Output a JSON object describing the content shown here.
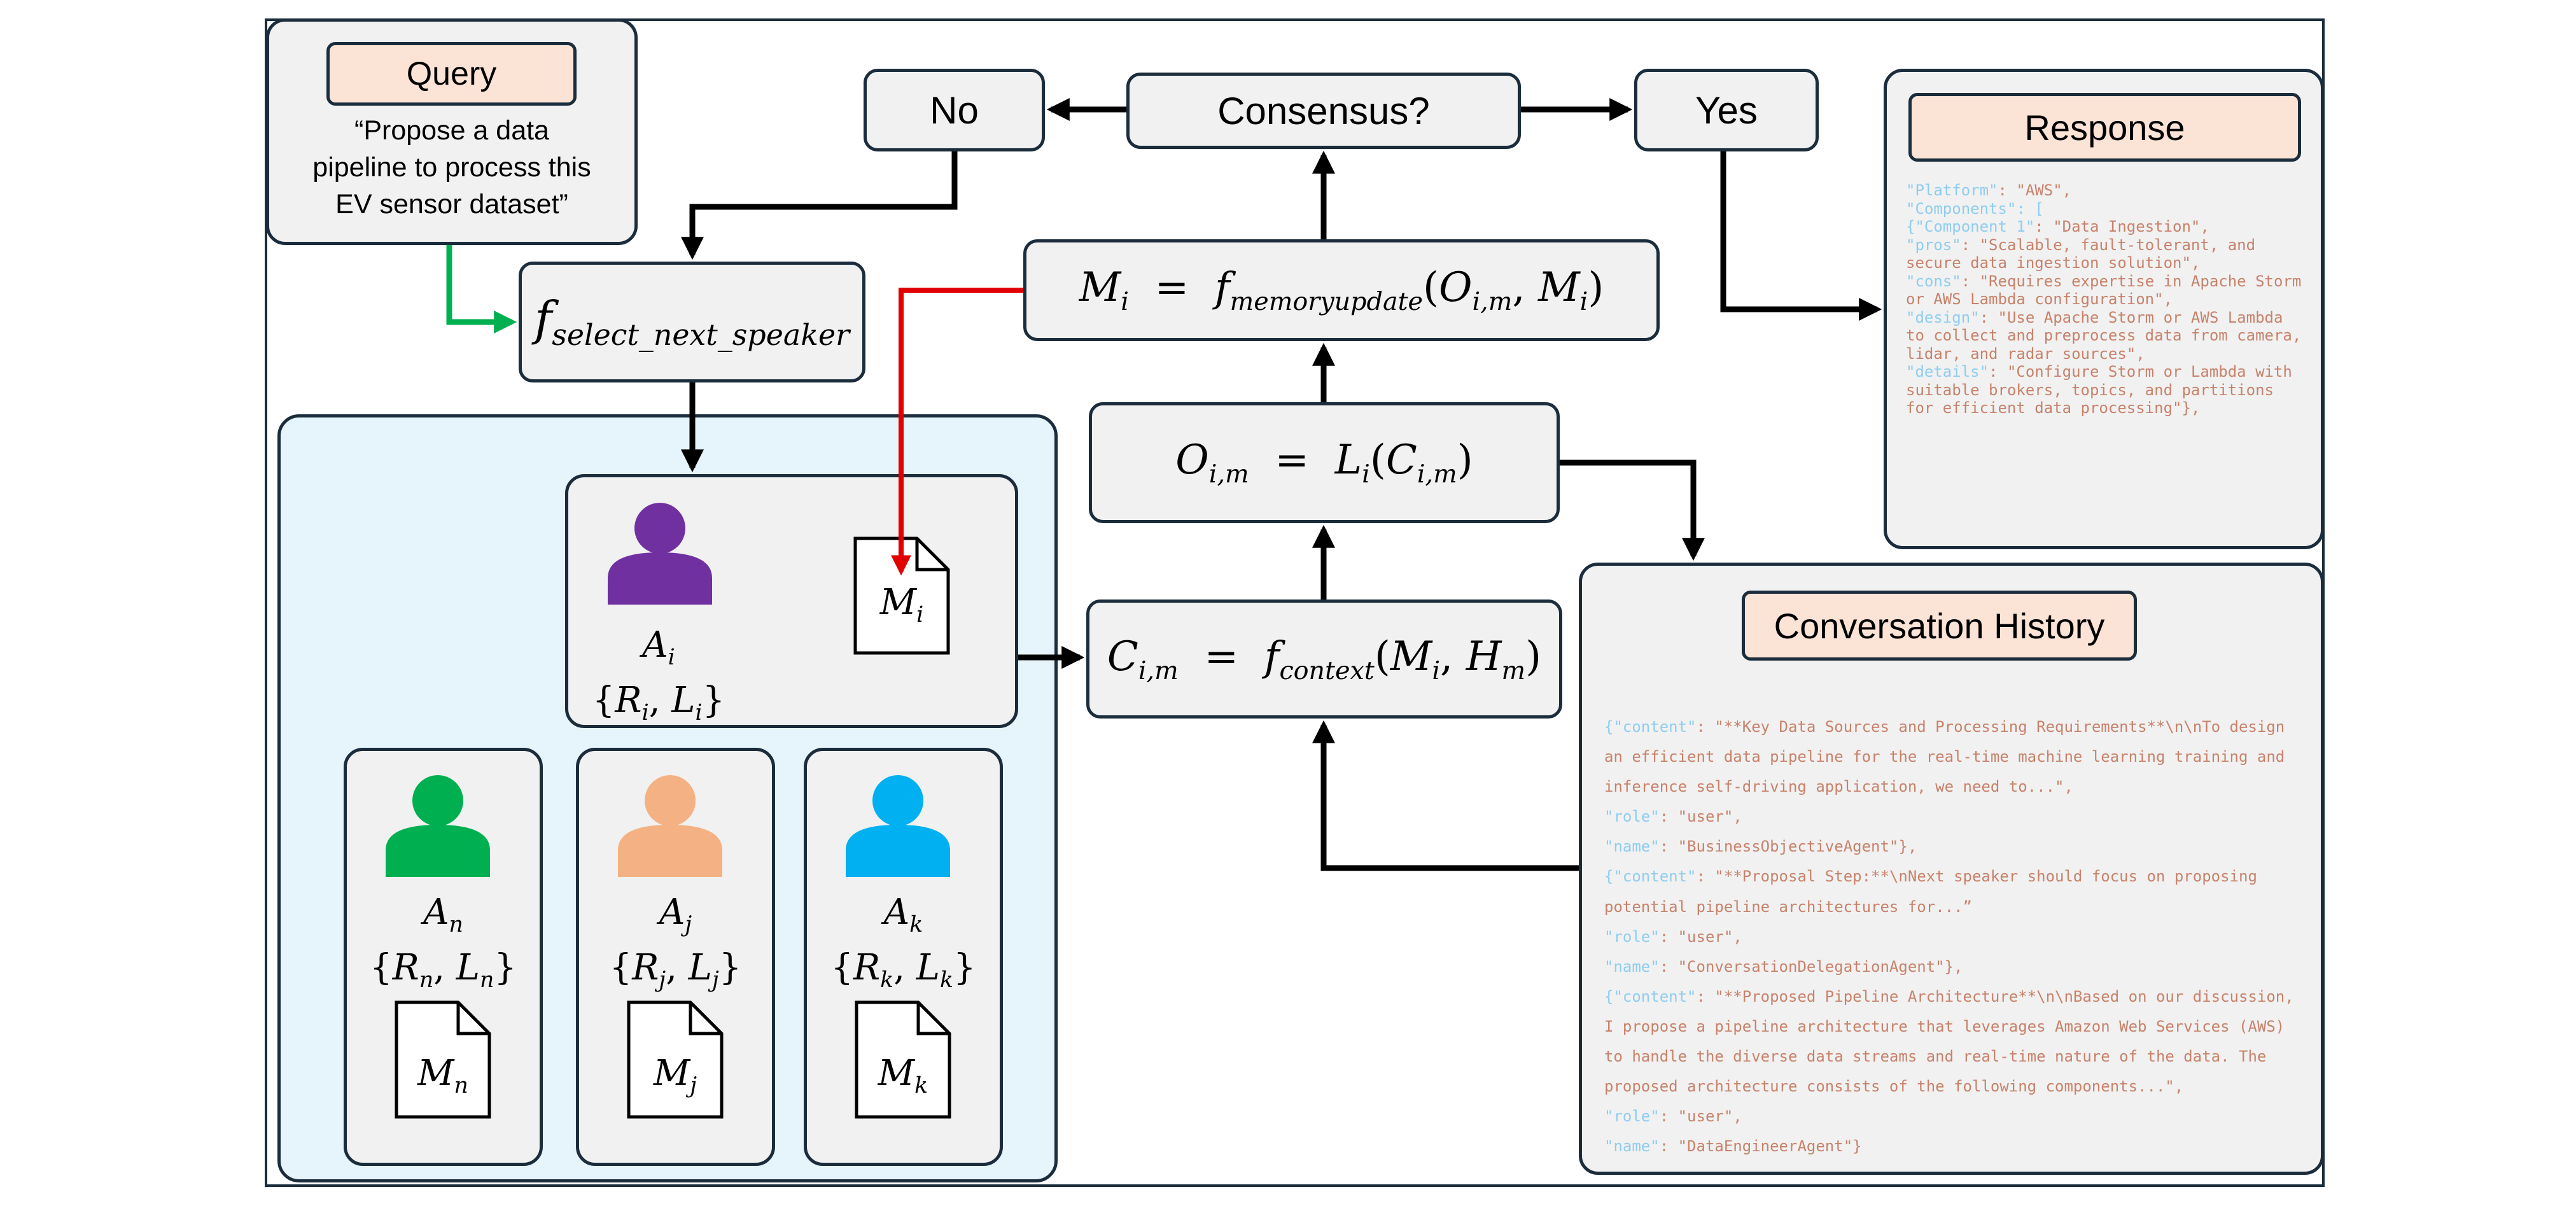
{
  "query": {
    "title": "Query",
    "text": [
      "“Propose a data",
      "pipeline to process this",
      "EV sensor dataset”"
    ]
  },
  "consensus": {
    "question": "Consensus?",
    "no": "No",
    "yes": "Yes"
  },
  "functions": {
    "select_next_speaker": "select_next_speaker",
    "memory_update": "memoryupdate",
    "context": "context"
  },
  "response": {
    "title": "Response",
    "lines": [
      [
        [
          "k",
          "\"Platform\""
        ],
        [
          "v",
          ": \"AWS\","
        ]
      ],
      [
        [
          "k",
          "\"Components\": ["
        ]
      ],
      [
        [
          "k",
          "{\"Component 1\""
        ],
        [
          "v",
          ": \"Data Ingestion\","
        ]
      ],
      [
        [
          "k",
          "\"pros\""
        ],
        [
          "v",
          ": \"Scalable, fault-tolerant, and"
        ]
      ],
      [
        [
          "v",
          "secure data ingestion solution\","
        ]
      ],
      [
        [
          "k",
          "\"cons\""
        ],
        [
          "v",
          ": \"Requires expertise in Apache Storm"
        ]
      ],
      [
        [
          "v",
          "or AWS Lambda configuration\","
        ]
      ],
      [
        [
          "k",
          "\"design\""
        ],
        [
          "v",
          ": \"Use Apache Storm or AWS Lambda"
        ]
      ],
      [
        [
          "v",
          "to collect and preprocess data from camera,"
        ]
      ],
      [
        [
          "v",
          "lidar, and radar sources\","
        ]
      ],
      [
        [
          "k",
          "\"details\""
        ],
        [
          "v",
          ": \"Configure Storm or Lambda with"
        ]
      ],
      [
        [
          "v",
          "suitable brokers, topics, and partitions"
        ]
      ],
      [
        [
          "v",
          "for efficient data processing\"},"
        ]
      ]
    ]
  },
  "history": {
    "title": "Conversation History",
    "lines": [
      [
        [
          "k",
          "{\"content\""
        ],
        [
          "v",
          ": \"**Key Data Sources and Processing Requirements**\\n\\nTo design"
        ]
      ],
      [
        [
          "v",
          "an efficient data pipeline for the real-time machine learning training and"
        ]
      ],
      [
        [
          "v",
          "inference self-driving application, we need to...\","
        ]
      ],
      [
        [
          "k",
          "\"role\""
        ],
        [
          "v",
          ": \"user\","
        ]
      ],
      [
        [
          "k",
          "\"name\""
        ],
        [
          "v",
          ": \"BusinessObjectiveAgent\"},"
        ]
      ],
      [
        [
          "k",
          "{\"content\""
        ],
        [
          "v",
          ": \"**Proposal Step:**\\nNext speaker should focus on proposing"
        ]
      ],
      [
        [
          "v",
          "potential pipeline architectures for...”"
        ]
      ],
      [
        [
          "k",
          "\"role\""
        ],
        [
          "v",
          ": \"user\","
        ]
      ],
      [
        [
          "k",
          "\"name\""
        ],
        [
          "v",
          ": \"ConversationDelegationAgent\"},"
        ]
      ],
      [
        [
          "k",
          "{\"content\""
        ],
        [
          "v",
          ": \"**Proposed Pipeline Architecture**\\n\\nBased on our discussion,"
        ]
      ],
      [
        [
          "v",
          "I propose a pipeline architecture that leverages Amazon Web Services (AWS)"
        ]
      ],
      [
        [
          "v",
          "to handle the diverse data streams and real-time nature of the data. The"
        ]
      ],
      [
        [
          "v",
          "proposed architecture consists of the following components...\","
        ]
      ],
      [
        [
          "k",
          "\"role\""
        ],
        [
          "v",
          ": \"user\","
        ]
      ],
      [
        [
          "k",
          "\"name\""
        ],
        [
          "v",
          ": \"DataEngineerAgent\"}"
        ]
      ]
    ]
  },
  "agents": {
    "main": {
      "sub": "i",
      "color": "#7030a0"
    },
    "others": [
      {
        "sub": "n",
        "color": "#00b050"
      },
      {
        "sub": "j",
        "color": "#f4b183"
      },
      {
        "sub": "k",
        "color": "#00b0f0"
      }
    ]
  },
  "colors": {
    "outline": "#1b2d3c",
    "panel": "#e6f4fb",
    "box": "#f1f1f1",
    "peach": "#fbe3d6",
    "green_arrow": "#00b050",
    "red_arrow": "#e00000",
    "code_key": "#8fcdf0",
    "code_value": "#c8826b"
  }
}
